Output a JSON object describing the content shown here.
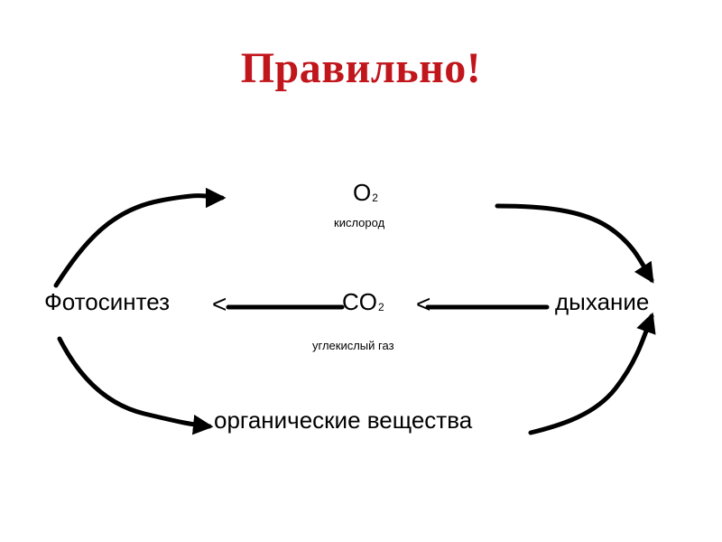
{
  "title": "Правильно!",
  "oxygen": {
    "formula_main": "O",
    "formula_sub": "2",
    "name": "кислород"
  },
  "carbon_dioxide": {
    "formula_main": "CO",
    "formula_sub": "2",
    "name": "углекислый газ"
  },
  "processes": {
    "photosynthesis": "Фотосинтез",
    "respiration": "дыхание"
  },
  "organic": "органические вещества",
  "chevron": "<",
  "colors": {
    "title": "#c0161c",
    "arrows": "#000000"
  }
}
